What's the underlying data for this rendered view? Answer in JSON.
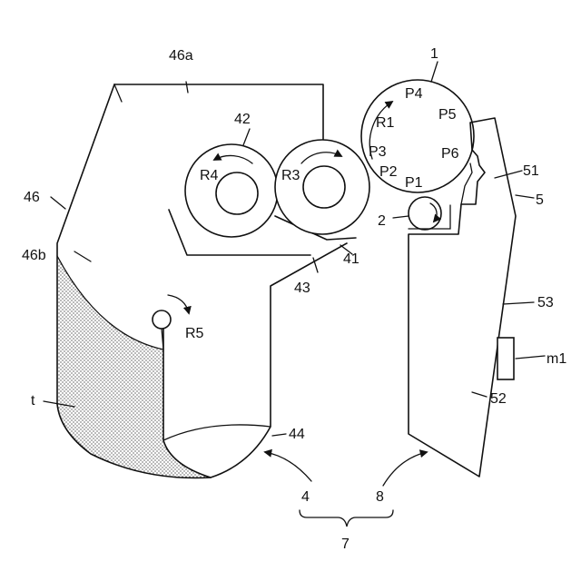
{
  "figure": {
    "labels": {
      "photoreceptor": "1",
      "transfer_roller": "2",
      "developing_unit": "4",
      "developing_roller": "41",
      "supply_roller": "42",
      "regulating_blade": "43",
      "container_bottom": "44",
      "housing": "46",
      "housing_top": "46a",
      "housing_side": "46b",
      "cleaning_unit": "5",
      "cleaning_blade": "51",
      "cleaning_housing": "52",
      "cleaning_wall": "53",
      "cartridge_unit": "8",
      "process_cartridge": "7",
      "memory": "m1",
      "toner": "t"
    },
    "positions": {
      "p1": "P1",
      "p2": "P2",
      "p3": "P3",
      "p4": "P4",
      "p5": "P5",
      "p6": "P6"
    },
    "rotations": {
      "r1": "R1",
      "r3": "R3",
      "r4": "R4",
      "r5": "R5"
    },
    "colors": {
      "line": "#111111",
      "toner_fill": "#111111",
      "background": "#ffffff"
    }
  }
}
